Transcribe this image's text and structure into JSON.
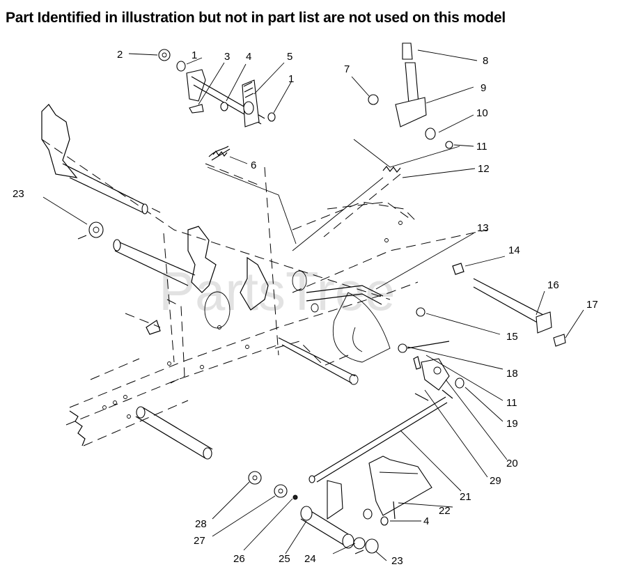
{
  "title": "Part Identified in illustration but not in part list are not used on this model",
  "watermark": "PartsTree",
  "callouts": [
    "1",
    "2",
    "3",
    "4",
    "5",
    "1",
    "6",
    "7",
    "8",
    "9",
    "10",
    "11",
    "12",
    "13",
    "14",
    "15",
    "16",
    "17",
    "18",
    "11",
    "19",
    "20",
    "21",
    "22",
    "29",
    "4",
    "23",
    "23",
    "24",
    "25",
    "26",
    "27",
    "28"
  ]
}
